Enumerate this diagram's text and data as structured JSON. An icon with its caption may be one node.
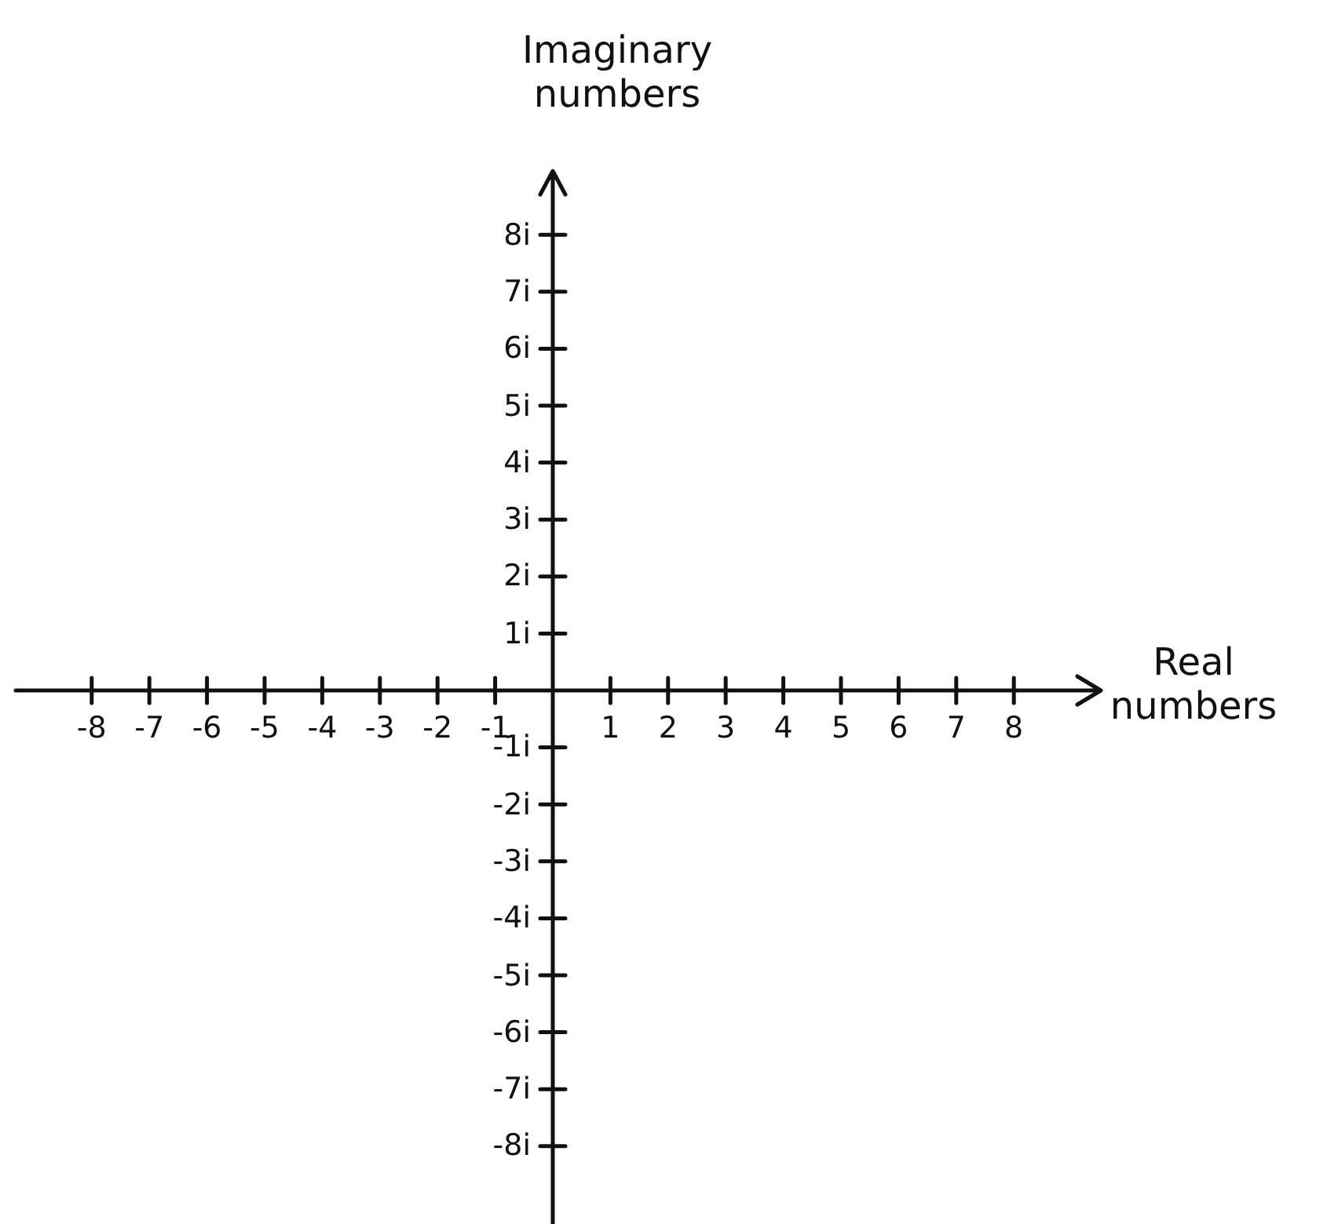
{
  "diagram": {
    "labels": [
      "Imaginary numbers",
      "8i",
      "7i",
      "6i",
      "5i",
      "4i",
      "3i",
      "2i",
      "1i",
      "Real numbers",
      "-8",
      "-7",
      "-6",
      "-5",
      "-4",
      "-3",
      "-2",
      "-1",
      "-1i",
      "1",
      "2",
      "3",
      "4",
      "5",
      "6",
      "7",
      "8",
      "-2i",
      "-3i",
      "-4i",
      "-5i",
      "-6i",
      "-7i",
      "-8i"
    ]
  }
}
